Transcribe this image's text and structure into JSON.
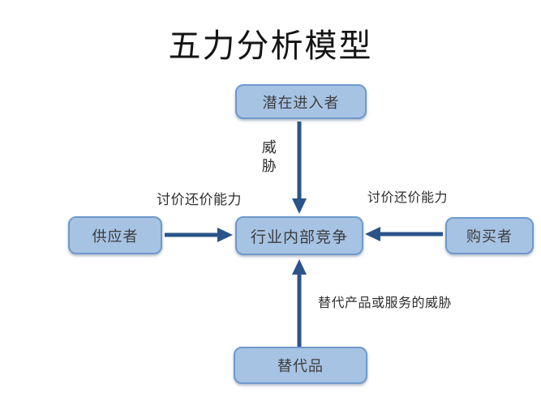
{
  "title": "五力分析模型",
  "colors": {
    "background": "#ffffff",
    "box_fill": "#a6c3e4",
    "box_border": "#6f99cb",
    "arrow": "#2a5488",
    "box_text": "#3c3c3c",
    "label_text": "#2e2e2e",
    "title_text": "#141414"
  },
  "boxes": {
    "potential_entrants": {
      "label": "潜在进入者"
    },
    "suppliers": {
      "label": "供应者"
    },
    "industry_rivalry": {
      "label": "行业内部竞争"
    },
    "buyers": {
      "label": "购买者"
    },
    "substitutes": {
      "label": "替代品"
    }
  },
  "edge_labels": {
    "threat": "威胁",
    "supplier_bargaining_power": "讨价还价能力",
    "buyer_bargaining_power": "讨价还价能力",
    "substitute_threat": "替代产品或服务的威胁"
  }
}
